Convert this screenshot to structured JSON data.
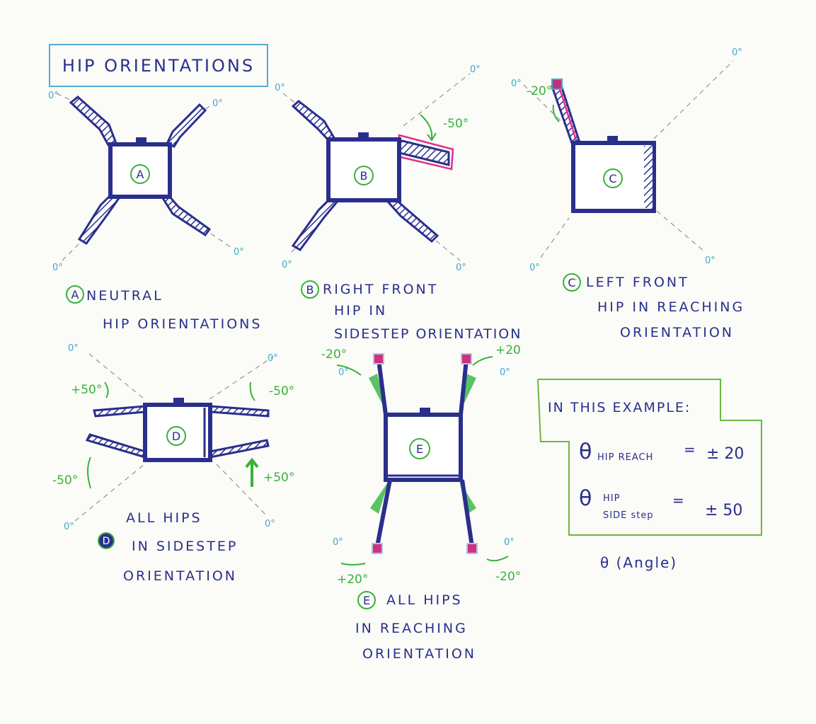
{
  "title": "HIP ORIENTATIONS",
  "colors": {
    "ink": "#2a2f8c",
    "green": "#38b23a",
    "magenta": "#e0308a",
    "cyan": "#3fa9c9",
    "title_box": "#5aa9d6",
    "dash": "#9a9a9a"
  },
  "zero_label": "0°",
  "diagrams": {
    "a": {
      "letter": "A",
      "caption": [
        "NEUTRAL",
        "HIP ORIENTATIONS"
      ]
    },
    "b": {
      "letter": "B",
      "caption": [
        "RIGHT FRONT",
        "HIP IN",
        "SIDESTEP ORIENTATION"
      ],
      "angle": "-50°"
    },
    "c": {
      "letter": "C",
      "caption": [
        "LEFT FRONT",
        "HIP IN REACHING",
        "ORIENTATION"
      ],
      "angle": "-20°"
    },
    "d": {
      "letter": "D",
      "caption": [
        "ALL HIPS",
        "IN SIDESTEP",
        "ORIENTATION"
      ],
      "angles": {
        "top_left": "+50°",
        "top_right": "-50°",
        "bottom_left": "-50°",
        "bottom_right": "+50°"
      }
    },
    "e": {
      "letter": "E",
      "caption": [
        "ALL HIPS",
        "IN REACHING",
        "ORIENTATION"
      ],
      "angles": {
        "top_left": "-20°",
        "top_right": "+20",
        "bottom_left": "+20°",
        "bottom_right": "-20°"
      }
    }
  },
  "example": {
    "title": "IN THIS EXAMPLE:",
    "theta": "θ",
    "reach_sub": "HIP REACH",
    "reach_eq": "=",
    "reach_val": "± 20",
    "side_sub_1": "HIP",
    "side_sub_2": "SIDE step",
    "side_eq": "=",
    "side_val": "± 50",
    "footnote": "θ (Angle)"
  }
}
